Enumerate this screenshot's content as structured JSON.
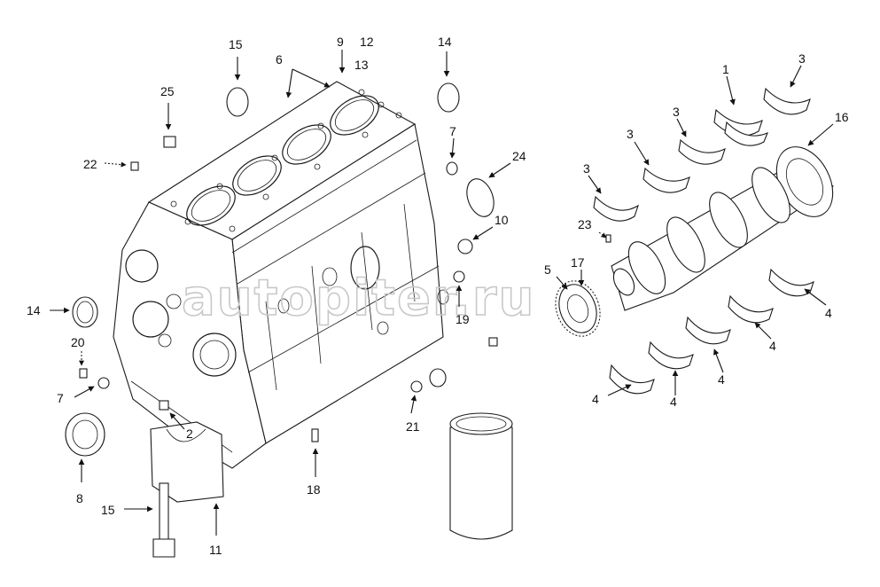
{
  "diagram": {
    "watermark": "autopiter.ru",
    "callouts": [
      {
        "id": "c1",
        "text": "1"
      },
      {
        "id": "c2",
        "text": "2"
      },
      {
        "id": "c3a",
        "text": "3"
      },
      {
        "id": "c3b",
        "text": "3"
      },
      {
        "id": "c3c",
        "text": "3"
      },
      {
        "id": "c3d",
        "text": "3"
      },
      {
        "id": "c4a",
        "text": "4"
      },
      {
        "id": "c4b",
        "text": "4"
      },
      {
        "id": "c4c",
        "text": "4"
      },
      {
        "id": "c4d",
        "text": "4"
      },
      {
        "id": "c4e",
        "text": "4"
      },
      {
        "id": "c5",
        "text": "5"
      },
      {
        "id": "c6",
        "text": "6"
      },
      {
        "id": "c7a",
        "text": "7"
      },
      {
        "id": "c7b",
        "text": "7"
      },
      {
        "id": "c8",
        "text": "8"
      },
      {
        "id": "c9",
        "text": "9"
      },
      {
        "id": "c10",
        "text": "10"
      },
      {
        "id": "c11",
        "text": "11"
      },
      {
        "id": "c12",
        "text": "12"
      },
      {
        "id": "c13",
        "text": "13"
      },
      {
        "id": "c14a",
        "text": "14"
      },
      {
        "id": "c14b",
        "text": "14"
      },
      {
        "id": "c15a",
        "text": "15"
      },
      {
        "id": "c15b",
        "text": "15"
      },
      {
        "id": "c16",
        "text": "16"
      },
      {
        "id": "c17",
        "text": "17"
      },
      {
        "id": "c18",
        "text": "18"
      },
      {
        "id": "c19",
        "text": "19"
      },
      {
        "id": "c20",
        "text": "20"
      },
      {
        "id": "c21",
        "text": "21"
      },
      {
        "id": "c22",
        "text": "22"
      },
      {
        "id": "c23",
        "text": "23"
      },
      {
        "id": "c24",
        "text": "24"
      },
      {
        "id": "c25",
        "text": "25"
      }
    ]
  }
}
